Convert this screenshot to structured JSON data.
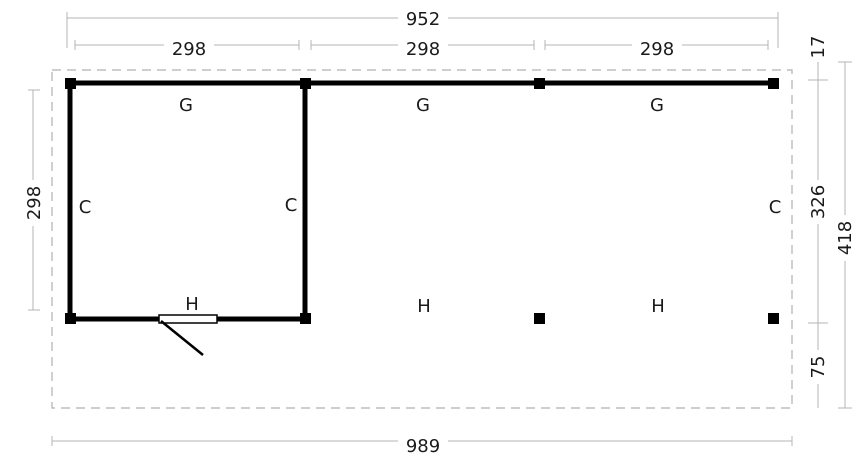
{
  "dimensions": {
    "total_top": "952",
    "bay_1": "298",
    "bay_2": "298",
    "bay_3": "298",
    "left_depth": "298",
    "right_top_offset": "17",
    "right_middle": "326",
    "right_bottom": "75",
    "right_total": "418",
    "total_bottom": "989"
  },
  "labels": {
    "g1": "G",
    "g2": "G",
    "g3": "G",
    "c1": "C",
    "c2": "C",
    "c3": "C",
    "h1": "H",
    "h2": "H",
    "h3": "H"
  }
}
